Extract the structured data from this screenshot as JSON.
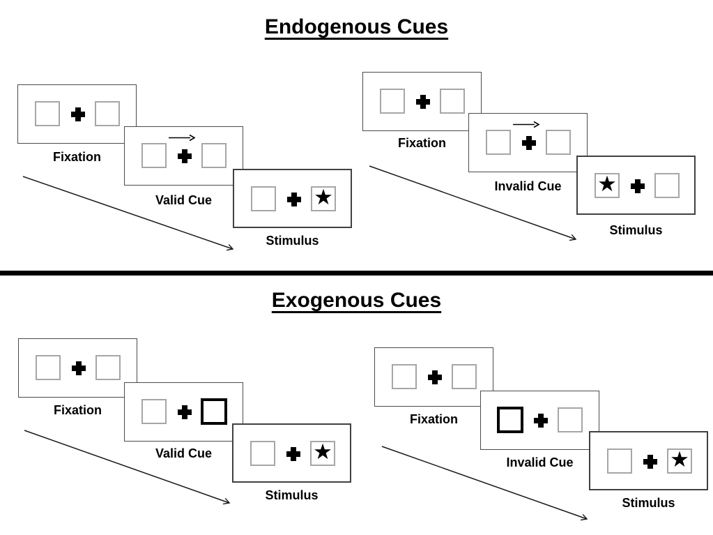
{
  "figure": {
    "sections": [
      {
        "title": "Endogenous Cues",
        "groups": [
          {
            "name": "valid-trial",
            "cue_description": "central arrow pointing right above fixation cross",
            "stimulus_star_side": "right",
            "panels": [
              {
                "label": "Fixation"
              },
              {
                "label": "Valid Cue"
              },
              {
                "label": "Stimulus"
              }
            ]
          },
          {
            "name": "invalid-trial",
            "cue_description": "central arrow pointing right above fixation cross",
            "stimulus_star_side": "left",
            "panels": [
              {
                "label": "Fixation"
              },
              {
                "label": "Invalid Cue"
              },
              {
                "label": "Stimulus"
              }
            ]
          }
        ]
      },
      {
        "title": "Exogenous Cues",
        "groups": [
          {
            "name": "valid-trial",
            "cue_description": "right peripheral box highlighted with bold border",
            "stimulus_star_side": "right",
            "panels": [
              {
                "label": "Fixation"
              },
              {
                "label": "Valid Cue"
              },
              {
                "label": "Stimulus"
              }
            ]
          },
          {
            "name": "invalid-trial",
            "cue_description": "left peripheral box highlighted with bold border",
            "stimulus_star_side": "right",
            "panels": [
              {
                "label": "Fixation"
              },
              {
                "label": "Invalid Cue"
              },
              {
                "label": "Stimulus"
              }
            ]
          }
        ]
      }
    ]
  },
  "glyphs": {
    "star": "★"
  },
  "colors": {
    "ink": "#000000",
    "background": "#ffffff",
    "peripheral_box_border": "#a6a6a6",
    "panel_border": "#4a4a4a"
  }
}
